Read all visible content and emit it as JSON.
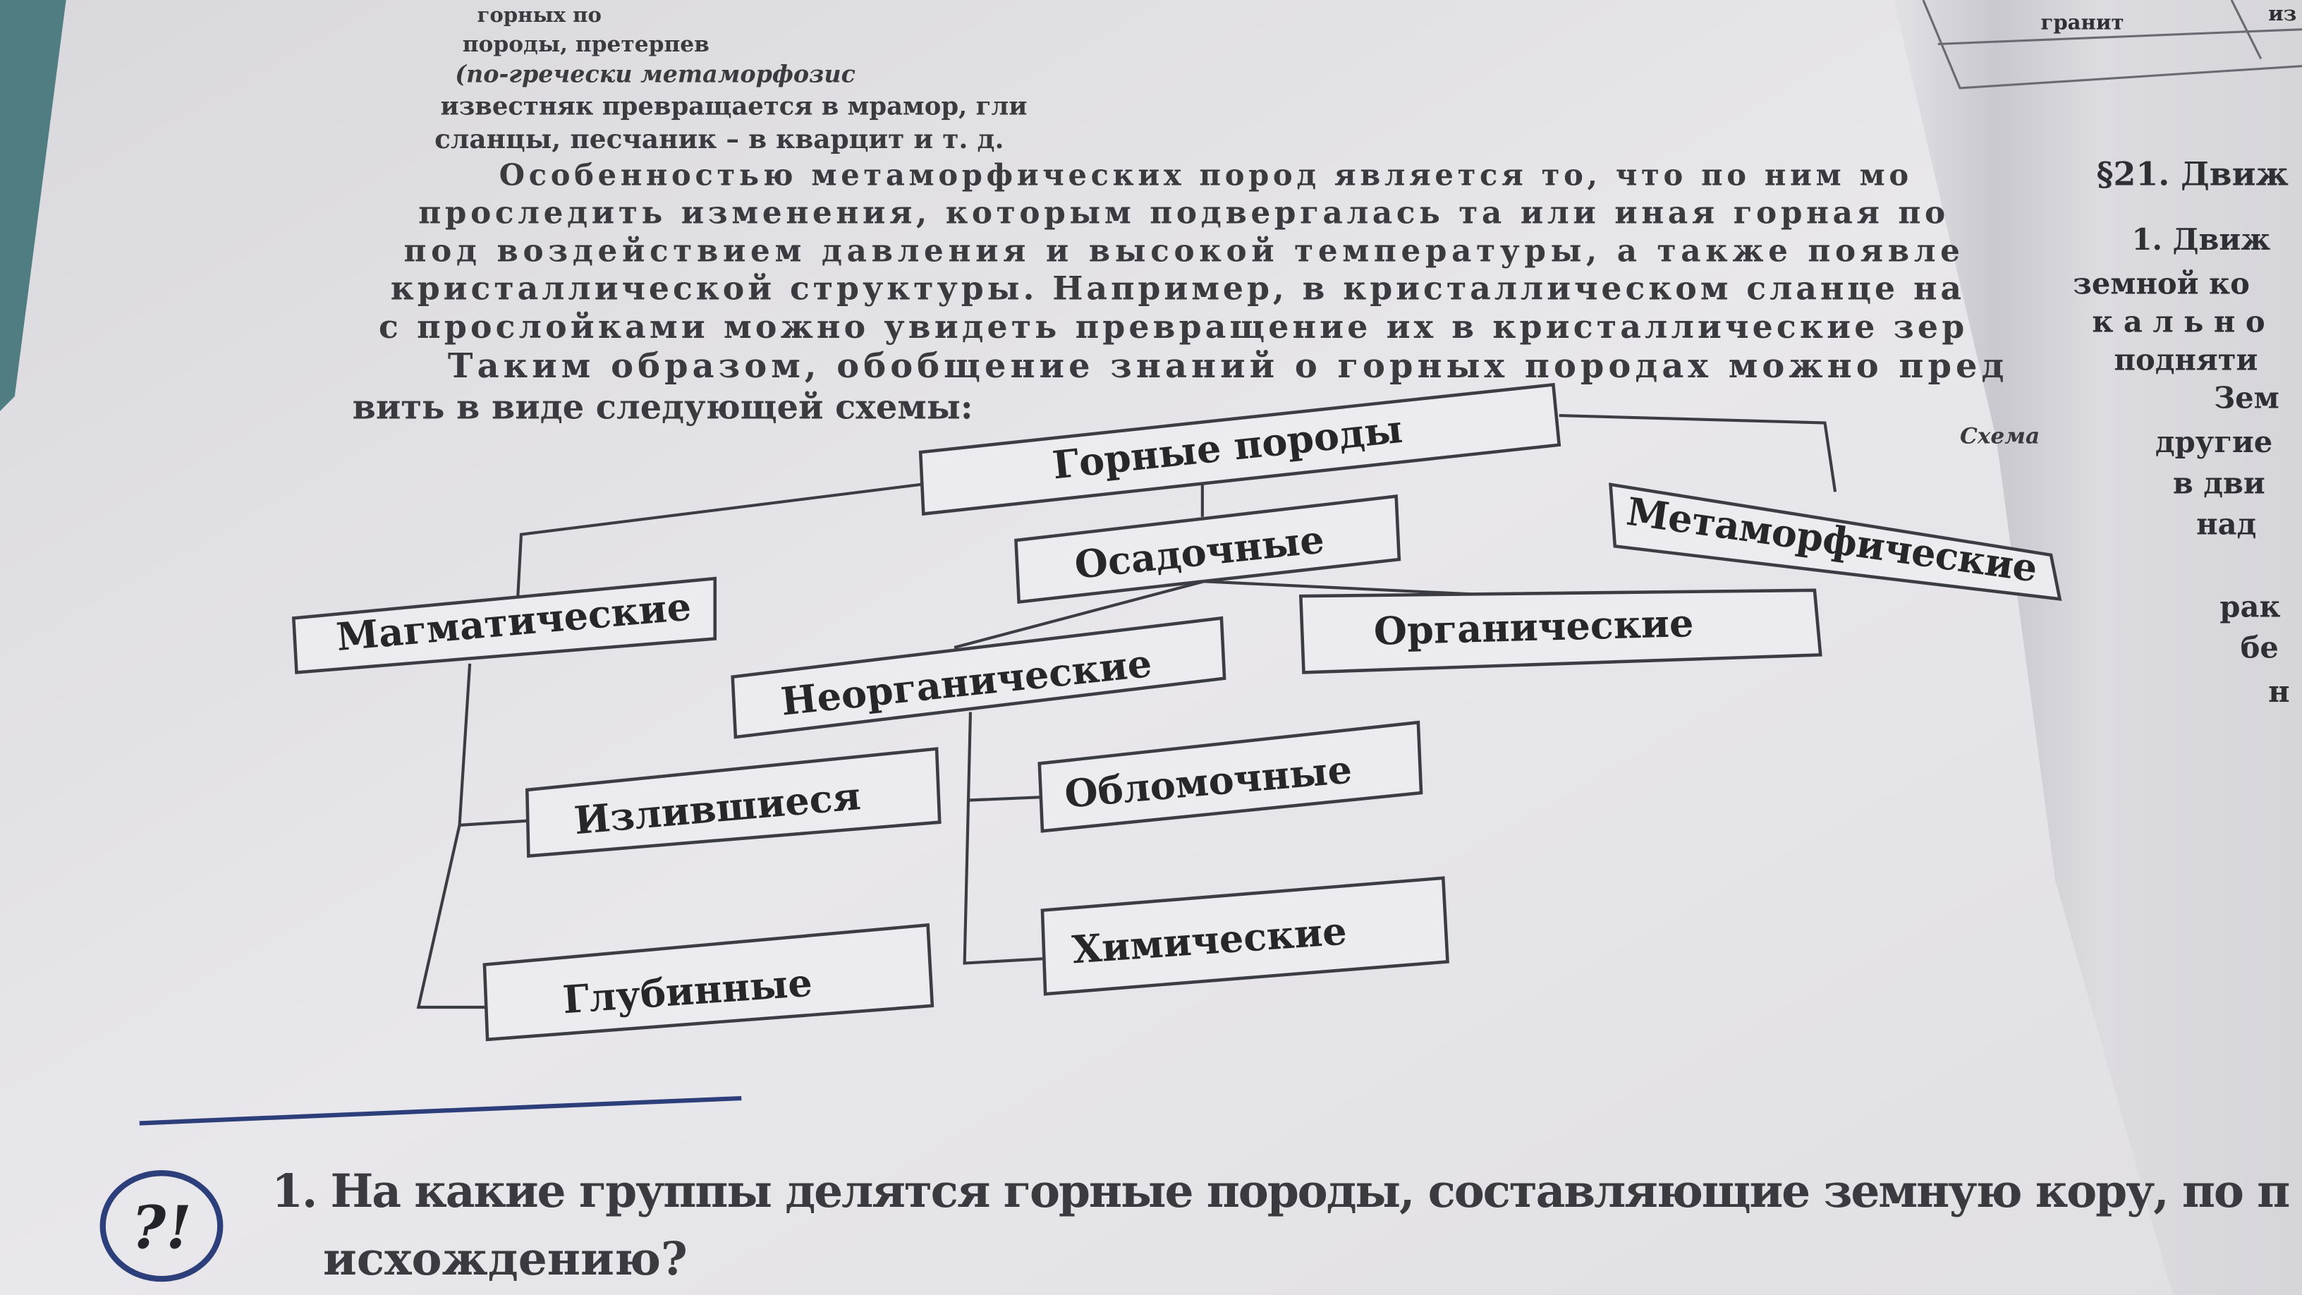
{
  "colors": {
    "page": "#e6e5e9",
    "right_page": "#d9d8dd",
    "ink": "#2a2a30",
    "accent_blue": "#2d3f7a"
  },
  "left_page": {
    "lines": [
      "горных по",
      "породы, претерпев",
      "(по-гречески метаморфозис",
      "известняк превращается в мрамор, гли",
      "сланцы, песчаник – в кварцит и т. д.",
      "Особенностью метаморфических пород является то, что по ним мо",
      "проследить изменения, которым подвергалась та или иная горная по",
      "под воздействием давления и высокой температуры, а также появле",
      "кристаллической структуры. Например, в кристаллическом сланце на",
      "с прослойками можно увидеть превращение их в кристаллические зер",
      "Таким образом, обобщение знаний о горных породах можно пред",
      "вить в виде следующей схемы:"
    ],
    "scheme_label": "Схема"
  },
  "diagram": {
    "root": "Горные породы",
    "magmatic": "Магматические",
    "sedimentary": "Осадочные",
    "metamorphic": "Метаморфические",
    "inorganic": "Неорганические",
    "organic": "Органические",
    "effusive": "Излившиеся",
    "clastic": "Обломочные",
    "deep": "Глубинные",
    "chemical": "Химические"
  },
  "question": {
    "icon": "?!",
    "line1": "1. На какие группы делятся горные породы, составляющие земную кору, по п",
    "line2": "исхождению?"
  },
  "right_page": {
    "table_cells": [
      "гранит",
      "из"
    ],
    "section_title": "§21. Движ",
    "lines": [
      "1. Движ",
      "земной ко",
      "к а л ь н о",
      "подняти",
      "Зем",
      "другие",
      "в дви",
      "над",
      "рак",
      "бе",
      "н"
    ]
  }
}
